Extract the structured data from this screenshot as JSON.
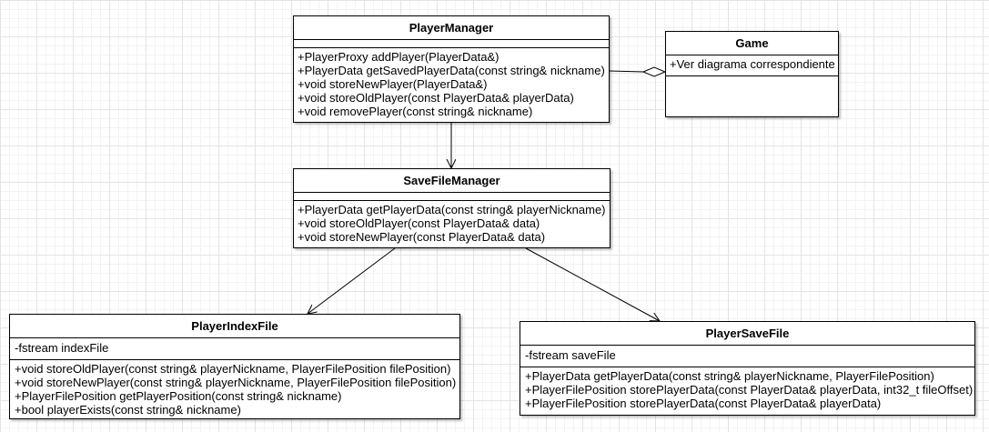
{
  "classes": {
    "player_manager": {
      "name": "PlayerManager",
      "attributes": [],
      "methods": [
        "+PlayerProxy addPlayer(PlayerData&)",
        "+PlayerData getSavedPlayerData(const string& nickname)",
        "+void storeNewPlayer(PlayerData&)",
        "+void storeOldPlayer(const PlayerData& playerData)",
        "+void removePlayer(const string& nickname)"
      ]
    },
    "game": {
      "name": "Game",
      "attributes": [
        "+Ver diagrama correspondiente"
      ],
      "methods": []
    },
    "save_file_manager": {
      "name": "SaveFileManager",
      "attributes": [],
      "methods": [
        "+PlayerData getPlayerData(const string& playerNickname)",
        "+void storeOldPlayer(const PlayerData& data)",
        "+void storeNewPlayer(const PlayerData& data)"
      ]
    },
    "player_index_file": {
      "name": "PlayerIndexFile",
      "attributes": [
        "-fstream indexFile"
      ],
      "methods": [
        "+void storeOldPlayer(const string& playerNickname, PlayerFilePosition filePosition)",
        "+void storeNewPlayer(const string& playerNickname, PlayerFilePosition filePosition)",
        "+PlayerFilePosition getPlayerPosition(const string& nickname)",
        "+bool playerExists(const string& nickname)"
      ]
    },
    "player_save_file": {
      "name": "PlayerSaveFile",
      "attributes": [
        "-fstream saveFile"
      ],
      "methods": [
        "+PlayerData getPlayerData(const string& playerNickname, PlayerFilePosition)",
        "+PlayerFilePosition storePlayerData(const PlayerData& playerData, int32_t fileOffset)",
        "+PlayerFilePosition storePlayerData(const PlayerData& playerData)"
      ]
    }
  },
  "relations": [
    {
      "from": "Game",
      "to": "PlayerManager",
      "type": "aggregation"
    },
    {
      "from": "PlayerManager",
      "to": "SaveFileManager",
      "type": "association"
    },
    {
      "from": "SaveFileManager",
      "to": "PlayerIndexFile",
      "type": "association"
    },
    {
      "from": "SaveFileManager",
      "to": "PlayerSaveFile",
      "type": "association"
    }
  ]
}
